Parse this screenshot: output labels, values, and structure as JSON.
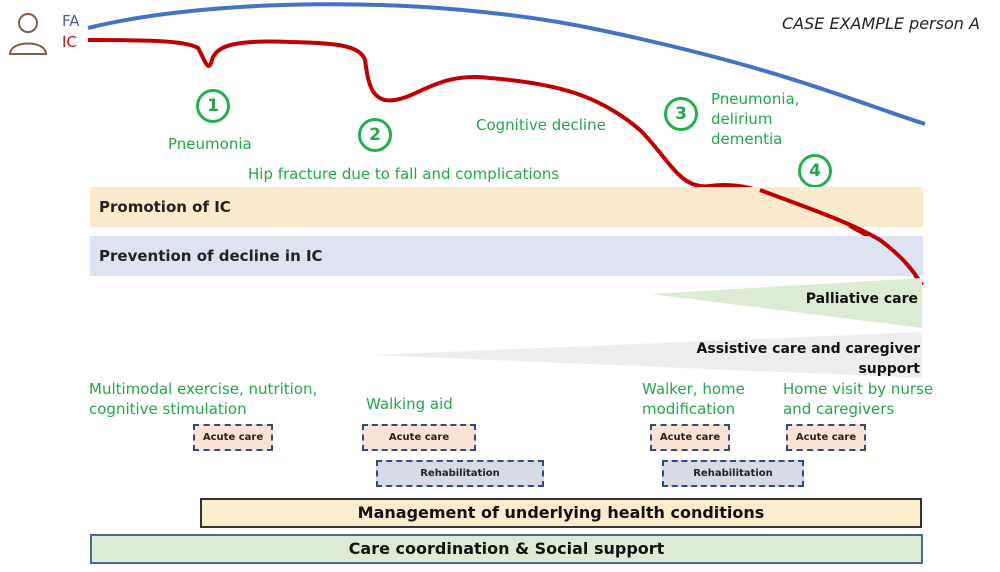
{
  "legend": {
    "fa": "FA",
    "ic": "IC"
  },
  "case_title": "CASE EXAMPLE person A",
  "events": [
    {
      "number": "1",
      "label": "Pneumonia"
    },
    {
      "number": "2",
      "label": "Hip fracture due to fall and complications"
    },
    {
      "number": "3",
      "label_lines": [
        "Pneumonia,",
        "delirium",
        "dementia"
      ]
    },
    {
      "number": "4"
    }
  ],
  "cognitive_decline": "Cognitive decline",
  "bands": {
    "promotion": "Promotion of IC",
    "prevention": "Prevention of decline in IC"
  },
  "wedges": {
    "palliative": "Palliative care",
    "assistive_lines": [
      "Assistive care and caregiver",
      "support"
    ]
  },
  "interventions": {
    "multimodal_lines": [
      "Multimodal exercise, nutrition,",
      "cognitive stimulation"
    ],
    "walking_aid": "Walking aid",
    "walker_lines": [
      "Walker, home",
      "modification"
    ],
    "home_visit_lines": [
      "Home visit by nurse",
      "and caregivers"
    ]
  },
  "boxes": {
    "acute": "Acute care",
    "rehab": "Rehabilitation"
  },
  "bottom": {
    "management": "Management of underlying health conditions",
    "coordination": "Care coordination & Social support"
  },
  "colors": {
    "fa_line": "#4472c4",
    "ic_line": "#c00000",
    "event_green": "#22a84a"
  }
}
